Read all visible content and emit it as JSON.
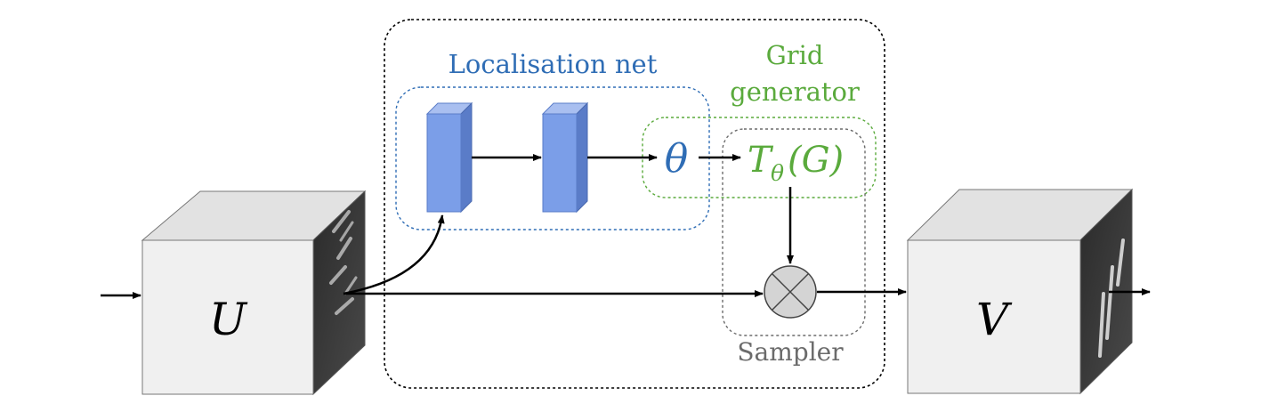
{
  "labels": {
    "localisation_net": "Localisation net",
    "grid_generator_line1": "Grid",
    "grid_generator_line2": "generator",
    "sampler": "Sampler",
    "input": "U",
    "output": "V",
    "theta": "θ",
    "transform_T": "T",
    "transform_sub": "θ",
    "transform_arg": "(G)"
  },
  "colors": {
    "localisation": "#2f6db5",
    "grid": "#5aaa3c",
    "sampler": "#6b6b6b",
    "layer_fill": "#7b9ee8",
    "layer_side": "#5a7cc8",
    "cube_face": "#f0f0f0",
    "cube_top": "#e2e2e2",
    "arrow": "#000000"
  },
  "icons": {
    "sampler_node": "circled-times-icon"
  }
}
